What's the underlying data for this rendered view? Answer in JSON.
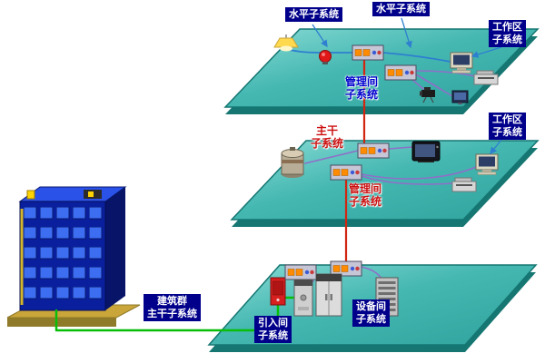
{
  "labels": {
    "horizontal1": "水平子系统",
    "horizontal2": "水平子系统",
    "workarea1": {
      "l1": "工作区",
      "l2": "子系统"
    },
    "mgmt1": {
      "l1": "管理间",
      "l2": "子系统"
    },
    "workarea2": {
      "l1": "工作区",
      "l2": "子系统"
    },
    "backbone": {
      "l1": "主干",
      "l2": "子系统"
    },
    "mgmt2": {
      "l1": "管理间",
      "l2": "子系统"
    },
    "campus": {
      "l1": "建筑群",
      "l2": "主干子系统"
    },
    "entrance": {
      "l1": "引入间",
      "l2": "子系统"
    },
    "equipment_room": {
      "l1": "设备间",
      "l2": "子系统"
    }
  },
  "colors": {
    "label_chip_bg": "#00008b",
    "label_chip_text": "#ffffff",
    "mgmt_label_text": "#0000cd",
    "backbone_label_text": "#cc1111",
    "floor_surface": "#46b8b2",
    "floor_edge": "#157672",
    "building_front": "#0a1f9e",
    "ground_yellow": "#c9a53a",
    "cable_campus_green": "#09be09",
    "cable_backbone_red": "#d22610",
    "cable_horizontal_blue": "#2e7fd0",
    "cable_patch_purple": "#8f6fc8"
  },
  "icons": [
    "building-icon",
    "lamp-icon",
    "fire-alarm-icon",
    "patch-panel-icon",
    "computer-icon",
    "printer-icon",
    "camera-icon",
    "monitor-icon",
    "boiler-icon",
    "tv-icon",
    "entrance-cabinet-icon",
    "equipment-cabinet-icon",
    "server-rack-icon"
  ]
}
